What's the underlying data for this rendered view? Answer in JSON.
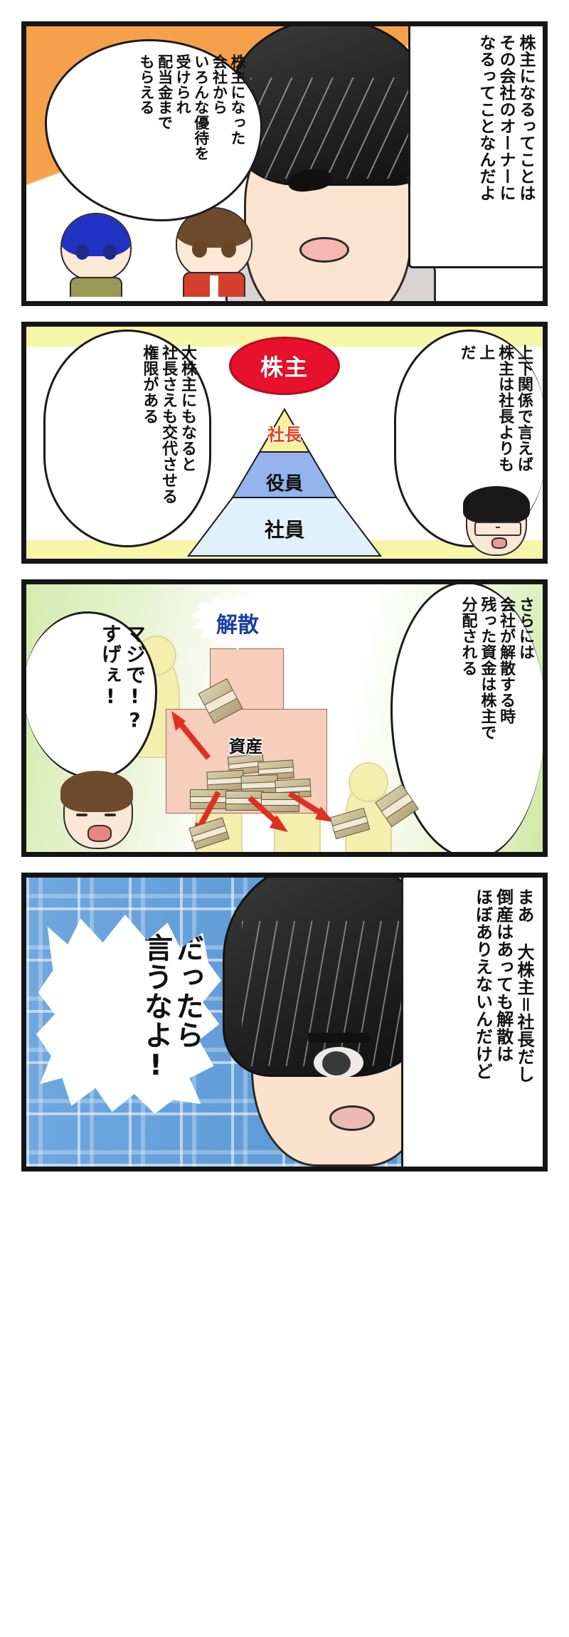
{
  "comic": {
    "title": "株主になるってことはその会社のオーナーになるってこと",
    "panels": [
      {
        "id": "panel-1",
        "background_color": "#f5a14b",
        "bubbles": [
          {
            "id": "p1-narration-right",
            "text": "株主になるってことは\nその会社のオーナーに\nなるってことなんだよ"
          },
          {
            "id": "p1-cloud-left",
            "text": "株主になった\n会社から\nいろんな優待を\n受けられ\n配当金まで\nもらえる"
          }
        ],
        "characters": [
          {
            "id": "blue-haired-girl",
            "hair_color": "#2132c4",
            "clothes_color": "#9a9a52"
          },
          {
            "id": "brown-haired-boy",
            "hair_color": "#6d4a2c",
            "clothes_color": "#d63f2b"
          },
          {
            "id": "glasses-teacher-closeup",
            "hair_color": "#111111",
            "skin_color": "#fbe4cf"
          }
        ]
      },
      {
        "id": "panel-2",
        "background_color": "#f7f5a8",
        "bubbles": [
          {
            "id": "p2-bubble-right",
            "text": "上下関係で言えば\n株主は社長よりも\n上\nだ"
          },
          {
            "id": "p2-bubble-left",
            "text": "大株主にもなると\n社長さえも交代させる\n権限がある"
          }
        ],
        "diagram": {
          "type": "pyramid",
          "crown_label": "株主",
          "crown_color": "#e8112d",
          "crown_text_color": "#ffffff",
          "levels": [
            {
              "label": "社長",
              "fill": "#fff09a",
              "text_color": "#e8421c"
            },
            {
              "label": "役員",
              "fill": "#93b4ec",
              "text_color": "#111111"
            },
            {
              "label": "社員",
              "fill": "#e0f1fb",
              "text_color": "#111111"
            }
          ]
        },
        "characters": [
          {
            "id": "glasses-teacher-chibi",
            "hair_color": "#191919"
          }
        ]
      },
      {
        "id": "panel-3",
        "background_color": "#d4ecae",
        "bubbles": [
          {
            "id": "p3-narration-right",
            "text": "さらには\n会社が解散する時\n残った資金は株主で\n分配される"
          },
          {
            "id": "p3-shout-left",
            "text": "マジで!?\nすげぇ!"
          }
        ],
        "diagram": {
          "type": "asset-distribution",
          "burst_label": "解散",
          "burst_text_color": "#1b3fa0",
          "burst_outline_color": "#c1121f",
          "box_label": "資産",
          "box_fill": "#f7cdbb",
          "arrow_color": "#e03020",
          "arrow_count": 4,
          "cash_bundle_count": 4
        },
        "characters": [
          {
            "id": "brown-haired-boy-shocked",
            "hair_color": "#6d4a2c"
          },
          {
            "id": "crowd-pawn-figures",
            "fill": "#f4efae",
            "count": 5
          }
        ]
      },
      {
        "id": "panel-4",
        "background_color": "#5e9ad8",
        "background_pattern": "plaid",
        "bubbles": [
          {
            "id": "p4-narration-right",
            "text": "まあ 大株主＝社長だし\n倒産はあっても解散は\nほぼありえないんだけど"
          },
          {
            "id": "p4-shout-left",
            "text": "だったら\n言うなよ!"
          }
        ],
        "characters": [
          {
            "id": "glasses-teacher-annoyed-closeup",
            "hair_color": "#111111",
            "skin_color": "#fbe2cd"
          }
        ]
      }
    ]
  }
}
